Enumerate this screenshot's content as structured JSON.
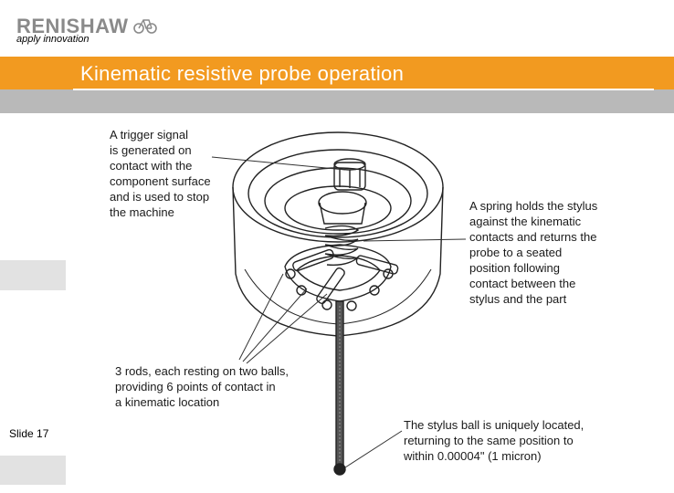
{
  "header": {
    "brand": "RENISHAW",
    "tagline": "apply innovation",
    "title": "Kinematic resistive probe operation"
  },
  "footer": {
    "slide_label": "Slide 17"
  },
  "figure": {
    "callouts": [
      {
        "lines": [
          "A trigger signal",
          "is generated on",
          "contact with the",
          "component surface",
          "and is used to stop",
          "the machine"
        ]
      },
      {
        "lines": [
          "A spring holds the stylus",
          "against the kinematic",
          "contacts and returns the",
          "probe to a seated",
          "position following",
          "contact between the",
          "stylus and the part"
        ]
      },
      {
        "lines": [
          "3 rods, each resting on two balls,",
          "providing 6 points of contact in",
          "a  kinematic location"
        ]
      },
      {
        "lines": [
          "The stylus ball is uniquely located,",
          "returning to the same position to",
          "within 0.00004\" (1 micron)"
        ]
      }
    ]
  },
  "colors": {
    "accent": "#f29a20",
    "band": "#b9b9b9",
    "logo": "#8a8a8a"
  }
}
